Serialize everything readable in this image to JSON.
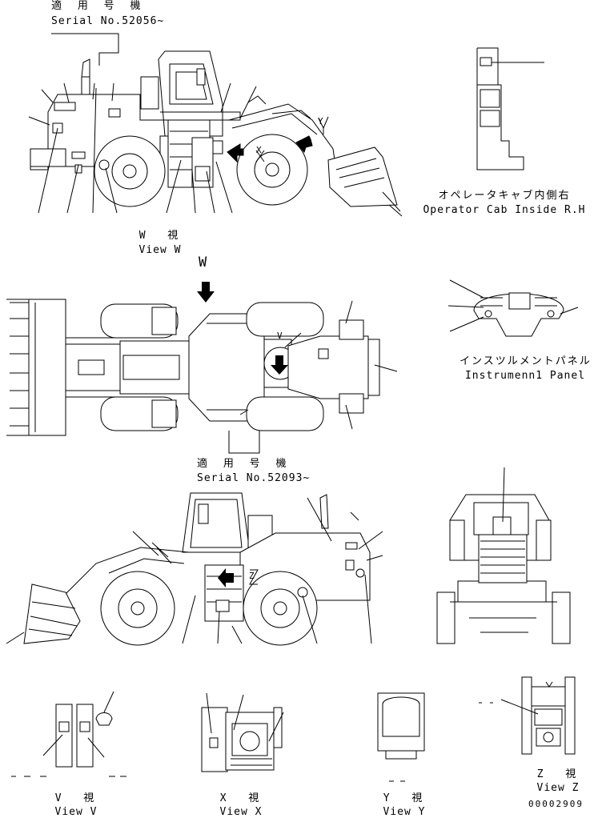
{
  "labels": {
    "top_serial_jp": "適 用 号 機",
    "top_serial_en": "Serial No.52056~",
    "mid_serial_jp": "適 用 号 機",
    "mid_serial_en": "Serial No.52093~",
    "view_w_jp": "W  視",
    "view_w_en": "View W",
    "w_marker": "W",
    "cab_jp": "オペレータキャブ内側右",
    "cab_en": "Operator Cab Inside R.H",
    "panel_jp": "インスツルメントパネル",
    "panel_en": "Instrumenn1 Panel",
    "view_v_jp": "V  視",
    "view_v_en": "View V",
    "view_x_jp": "X  視",
    "view_x_en": "View X",
    "view_y_jp": "Y  視",
    "view_y_en": "View Y",
    "view_z_jp": "Z  視",
    "view_z_en": "View Z",
    "marker_x": "X",
    "marker_y": "Y",
    "marker_v": "V",
    "marker_z": "Z",
    "drawing_code": "00002909"
  },
  "colors": {
    "line": "#000000",
    "background": "#ffffff"
  }
}
